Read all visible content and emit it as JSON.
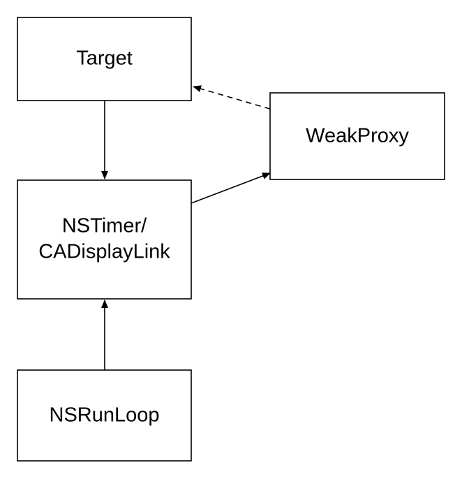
{
  "diagram": {
    "nodes": {
      "target": {
        "label": "Target"
      },
      "weakproxy": {
        "label": "WeakProxy"
      },
      "timer": {
        "label_line1": "NSTimer/",
        "label_line2": "CADisplayLink"
      },
      "runloop": {
        "label": "NSRunLoop"
      }
    },
    "edges": [
      {
        "from": "target",
        "to": "timer",
        "style": "solid"
      },
      {
        "from": "timer",
        "to": "weakproxy",
        "style": "solid"
      },
      {
        "from": "weakproxy",
        "to": "target",
        "style": "dashed"
      },
      {
        "from": "runloop",
        "to": "timer",
        "style": "solid"
      }
    ],
    "colors": {
      "stroke": "#000000",
      "background": "#ffffff"
    }
  }
}
